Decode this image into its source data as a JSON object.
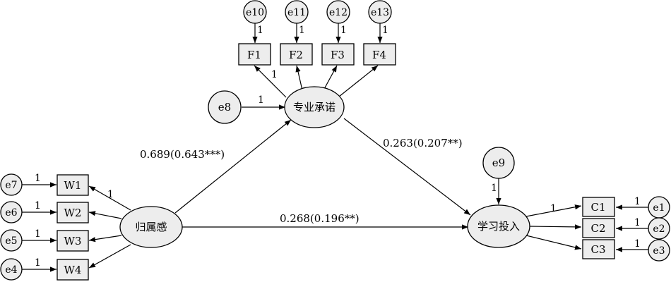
{
  "latent": {
    "belonging": "归属感",
    "commitment": "专业承诺",
    "engagement": "学习投入"
  },
  "indicators": {
    "F": [
      "F1",
      "F2",
      "F3",
      "F4"
    ],
    "W": [
      "W1",
      "W2",
      "W3",
      "W4"
    ],
    "C": [
      "C1",
      "C2",
      "C3"
    ]
  },
  "errors": {
    "F": [
      "e10",
      "e11",
      "e12",
      "e13"
    ],
    "W": [
      "e7",
      "e6",
      "e5",
      "e4"
    ],
    "C": [
      "e1",
      "e2",
      "e3"
    ],
    "commitment": "e8",
    "engagement": "e9"
  },
  "fixed_loading": "1",
  "paths": {
    "belonging_to_commitment": "0.689(0.643***)",
    "commitment_to_engagement": "0.263(0.207**)",
    "belonging_to_engagement": "0.268(0.196**)"
  }
}
